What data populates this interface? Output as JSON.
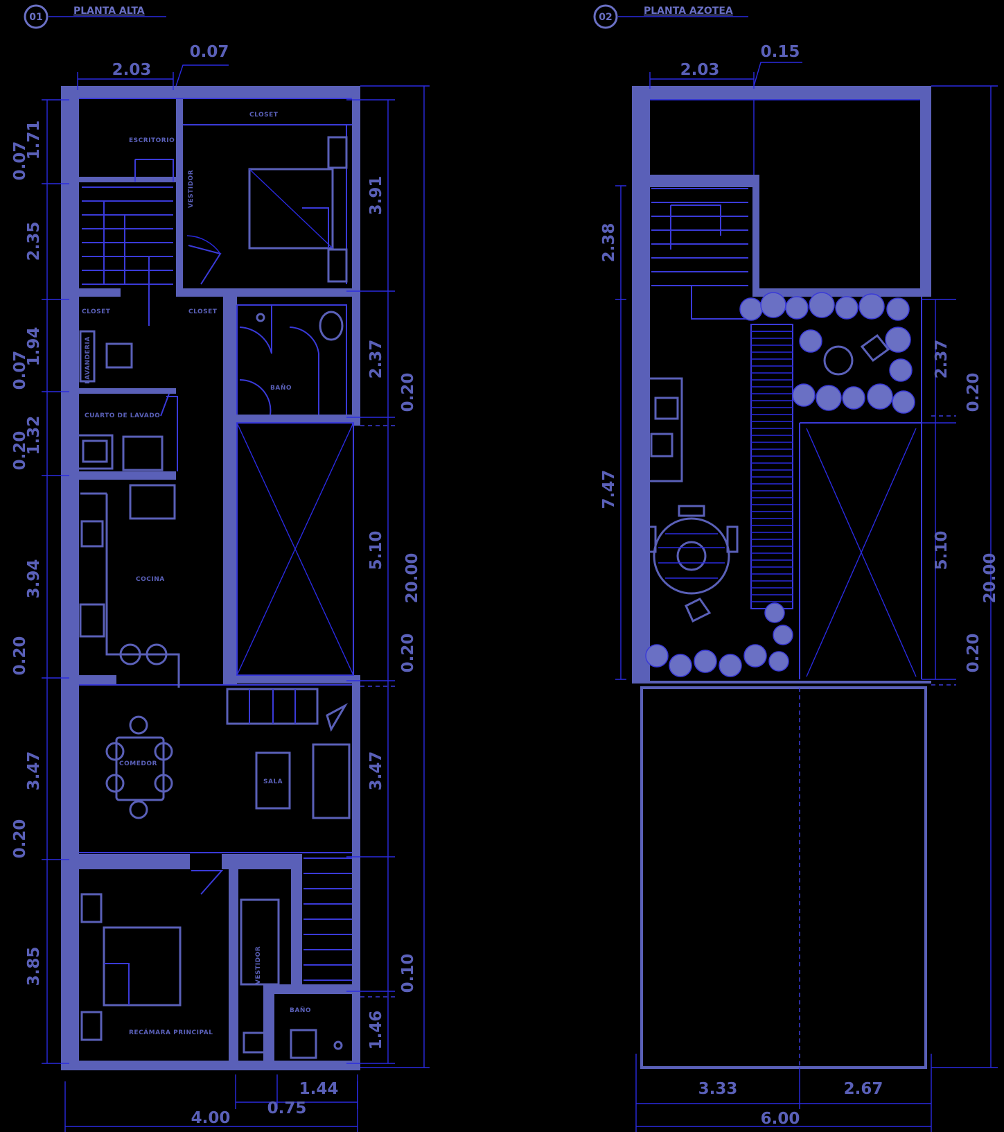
{
  "plan_left": {
    "number": "01",
    "title": "PLANTA ALTA",
    "rooms": {
      "r1": "ESCRITORIO",
      "r2": "CLOSET",
      "r3": "VESTIDOR",
      "r4": "CLOSET",
      "r5": "CLOSET",
      "r6": "BAÑO",
      "r7": "LAVANDERIA",
      "r8": "CUARTO DE LAVADO",
      "r9": "COCINA",
      "r10": "COMEDOR",
      "r11": "SALA",
      "r12": "VESTIDOR",
      "r13": "BAÑO",
      "r14": "RECÁMARA PRINCIPAL"
    },
    "dims": {
      "top_width": "2.03",
      "top_small": "0.07",
      "left_a": "0.07",
      "left_b": "1.71",
      "left_c": "2.35",
      "left_d": "0.07",
      "left_e": "1.94",
      "left_f": "0.20",
      "left_g": "1.32",
      "left_h": "3.94",
      "left_i": "0.20",
      "left_j": "3.47",
      "left_k": "0.20",
      "left_l": "3.85",
      "right_a": "3.91",
      "right_b": "2.37",
      "right_c": "0.20",
      "right_d": "5.10",
      "right_total": "20.00",
      "right_e": "0.20",
      "right_f": "3.47",
      "right_g": "0.10",
      "right_h": "1.46",
      "bottom_a": "1.44",
      "bottom_b": "0.75",
      "bottom_total": "4.00"
    }
  },
  "plan_right": {
    "number": "02",
    "title": "PLANTA AZOTEA",
    "dims": {
      "top_width": "2.03",
      "top_small": "0.15",
      "left_a": "2.38",
      "left_b": "7.47",
      "right_a": "2.37",
      "right_b": "0.20",
      "right_c": "5.10",
      "right_total": "20.00",
      "right_d": "0.20",
      "bottom_a": "3.33",
      "bottom_b": "2.67",
      "bottom_total": "6.00"
    }
  },
  "colors": {
    "background": "#000000",
    "wall": "#5a60b8",
    "line": "#3a3ad8"
  }
}
